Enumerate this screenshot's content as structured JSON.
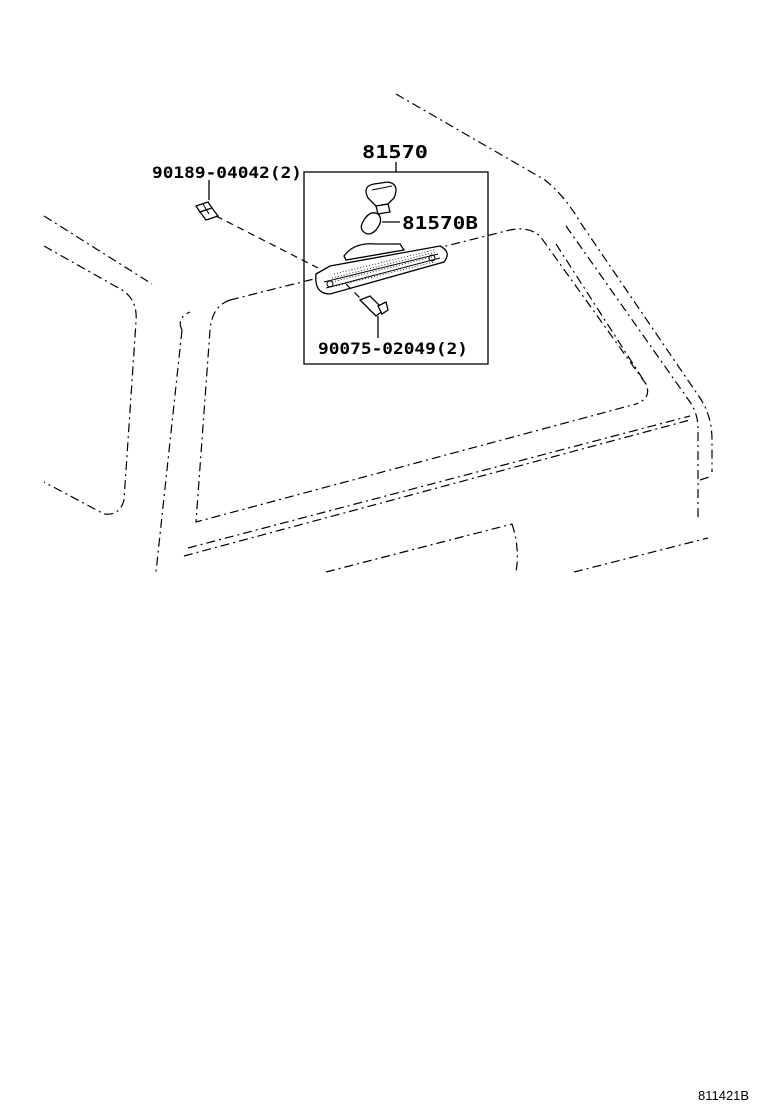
{
  "parts": {
    "lamp_assembly": "81570",
    "bulb": "81570B",
    "clip": "90189-04042(2)",
    "screw": "90075-02049(2)"
  },
  "diagram_code": "811421B"
}
